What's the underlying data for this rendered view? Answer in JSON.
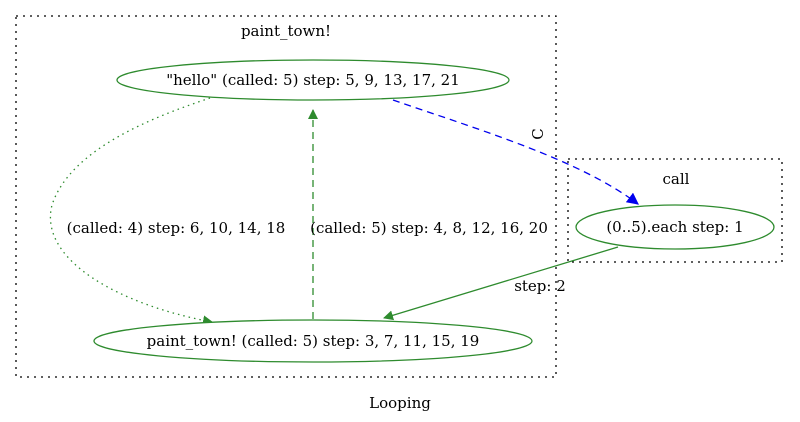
{
  "title": "Looping",
  "colors": {
    "green": "#2e8b2e",
    "blue": "#0000ee",
    "cluster_border": "#000000"
  },
  "clusters": {
    "paint_town": {
      "label": "paint_town!"
    },
    "call": {
      "label": "call"
    }
  },
  "nodes": {
    "hello": {
      "label": "\"hello\" (called: 5) step: 5, 9, 13, 17, 21"
    },
    "paint_town": {
      "label": "paint_town! (called: 5) step: 3, 7, 11, 15, 19"
    },
    "each": {
      "label": "(0..5).each step: 1"
    }
  },
  "edges": {
    "hello_to_paint": {
      "label": "(called: 4) step: 6, 10, 14, 18",
      "style": "dotted"
    },
    "paint_to_hello": {
      "label": "(called: 5) step: 4, 8, 12, 16, 20",
      "style": "dashed"
    },
    "hello_to_each": {
      "label": "C",
      "style": "dashed"
    },
    "each_to_paint": {
      "label": "step: 2",
      "style": "solid"
    }
  }
}
